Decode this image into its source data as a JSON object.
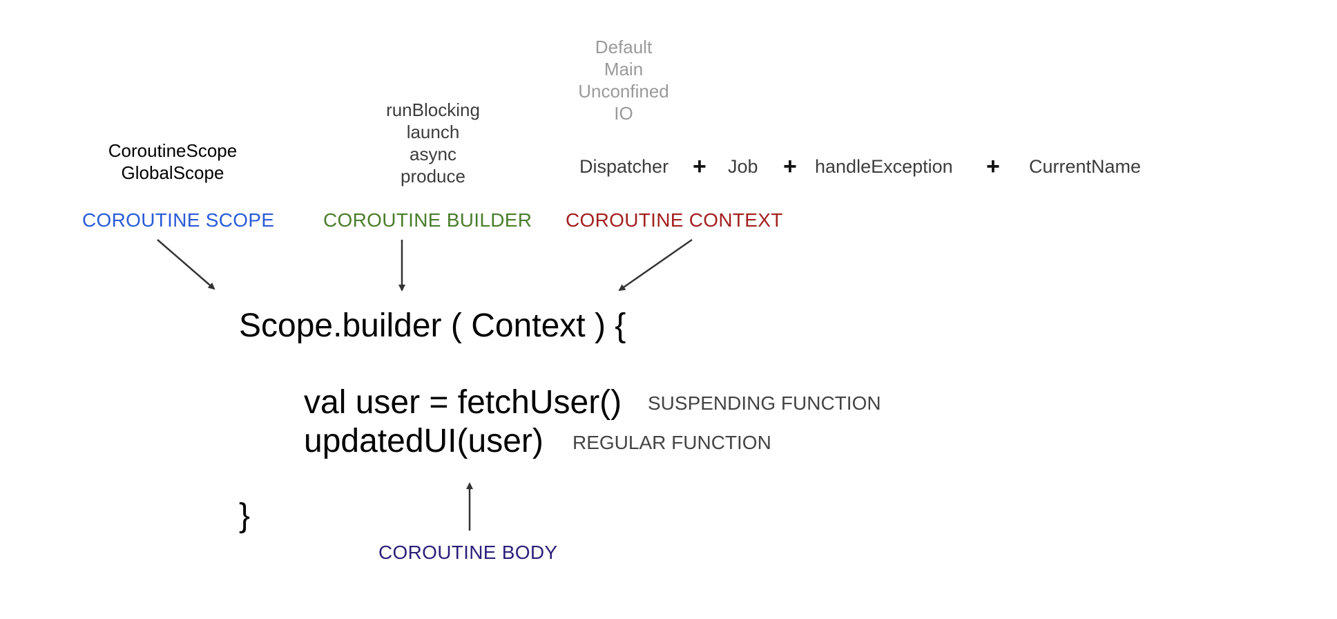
{
  "scope_examples": [
    "CoroutineScope",
    "GlobalScope"
  ],
  "builder_examples": [
    "runBlocking",
    "launch",
    "async",
    "produce"
  ],
  "dispatcher_examples": [
    "Default",
    "Main",
    "Unconfined",
    "IO"
  ],
  "context_parts": {
    "dispatcher": "Dispatcher",
    "plus1": "+",
    "job": "Job",
    "plus2": "+",
    "handle_exception": "handleException",
    "plus3": "+",
    "current_name": "CurrentName"
  },
  "categories": {
    "scope": "COROUTINE SCOPE",
    "builder": "COROUTINE BUILDER",
    "context": "COROUTINE CONTEXT",
    "body": "COROUTINE BODY"
  },
  "code": {
    "line1": "Scope.builder ( Context ) {",
    "line2": "val user = fetchUser()",
    "line3": "updatedUI(user)",
    "line4": "}"
  },
  "function_labels": {
    "suspending": "SUSPENDING FUNCTION",
    "regular": "REGULAR FUNCTION"
  },
  "colors": {
    "scope": "#2a5bd7",
    "builder": "#4a7d2c",
    "context": "#a32020",
    "body": "#2b1f7a",
    "arrow": "#333333"
  }
}
